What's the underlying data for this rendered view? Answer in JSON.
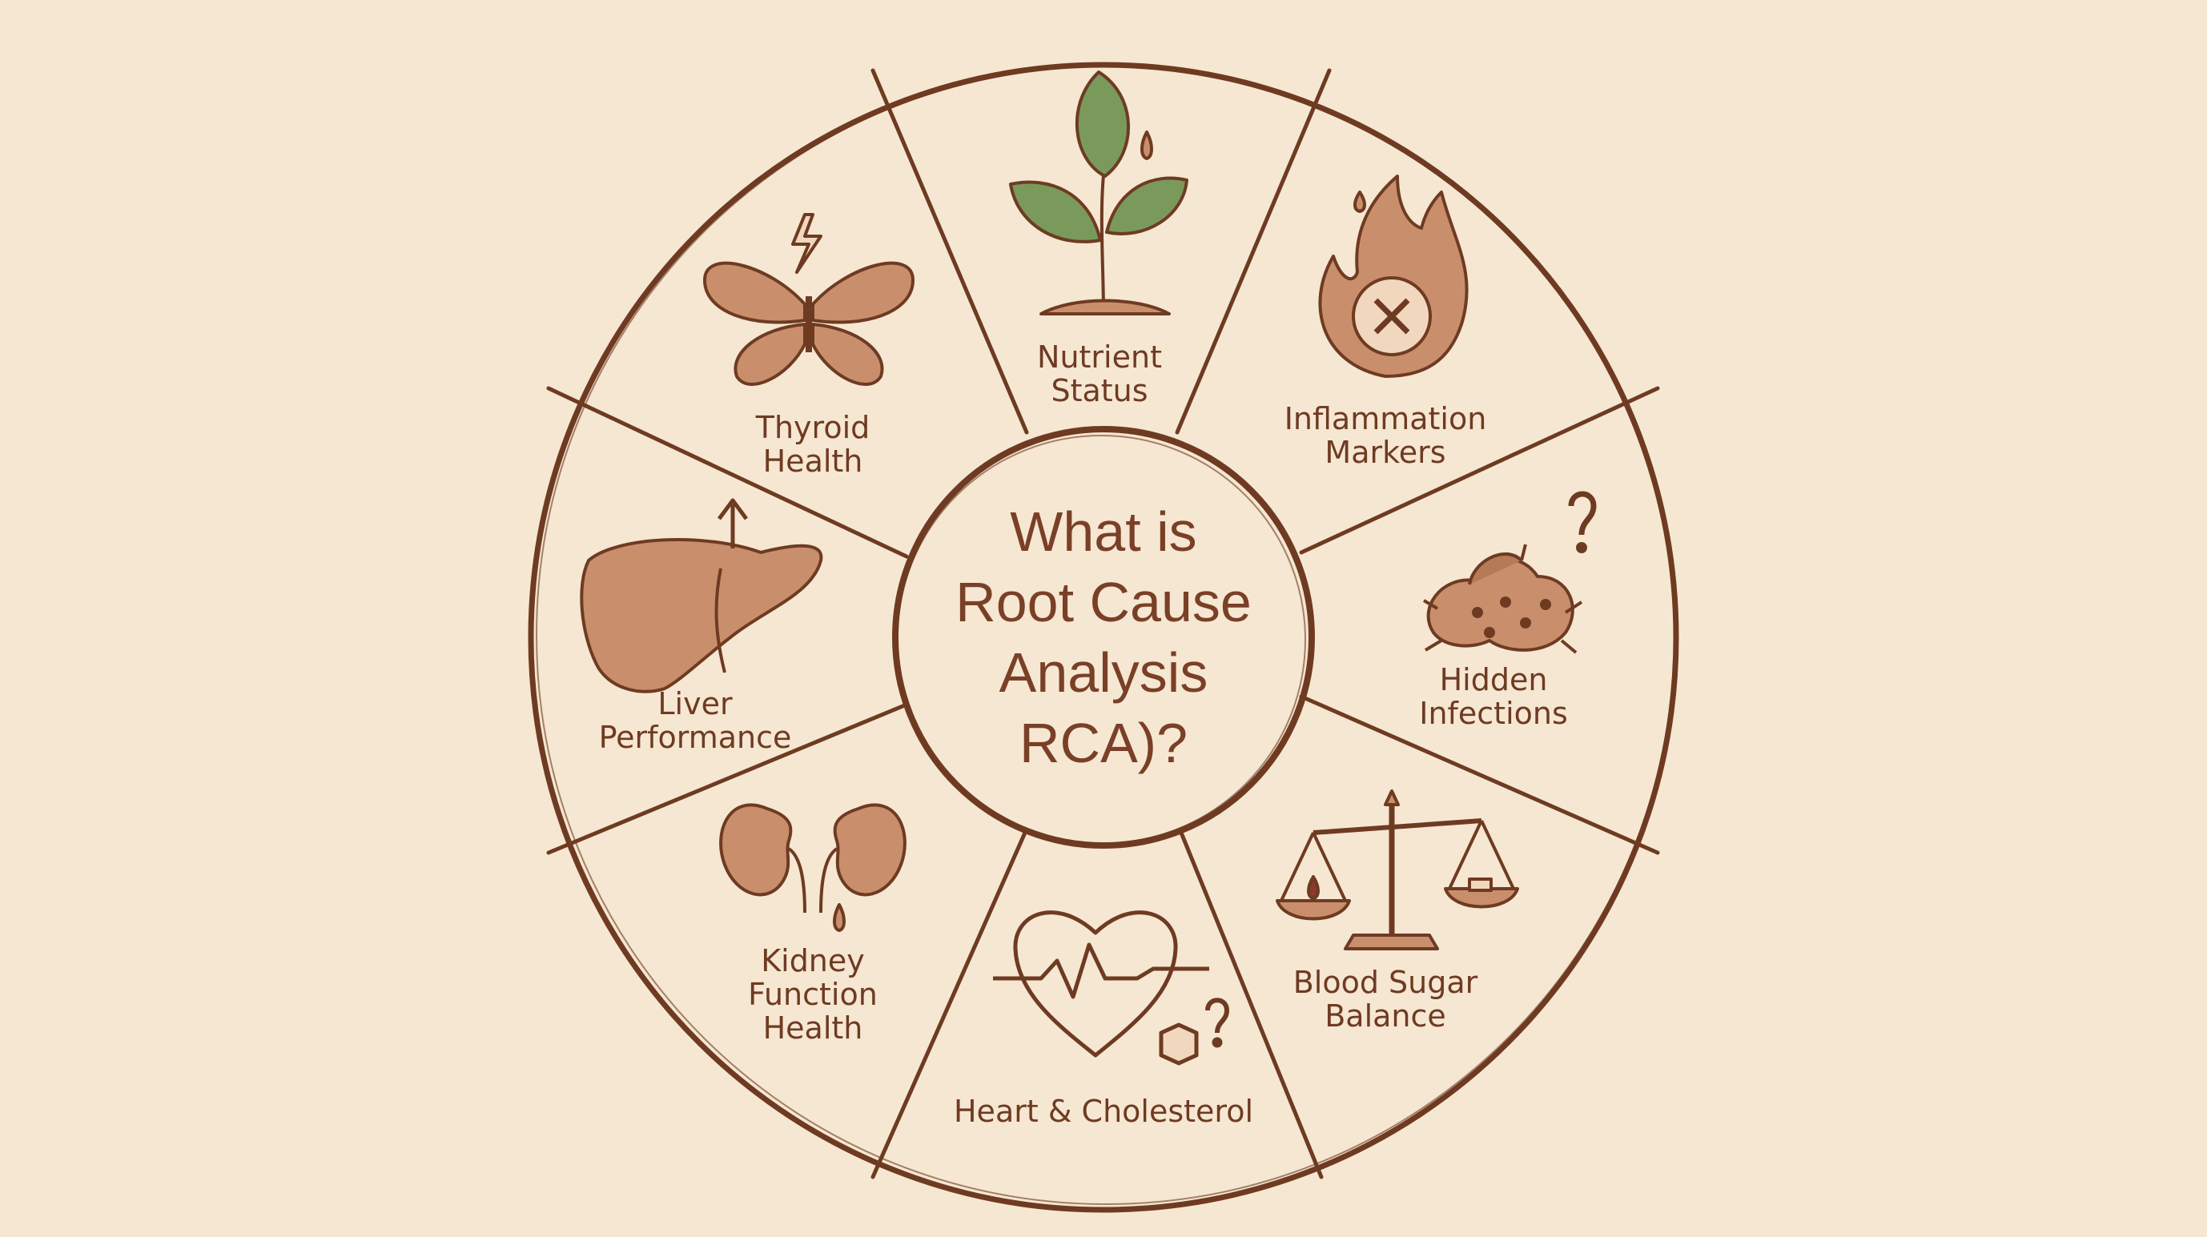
{
  "center": {
    "lines": [
      "What is",
      "Root Cause",
      "Analysis",
      "RCA)?"
    ]
  },
  "segments": [
    {
      "id": "nutrient-status",
      "lines": [
        "Nutrient",
        "Status"
      ],
      "icon": "sprout-icon"
    },
    {
      "id": "inflammation-markers",
      "lines": [
        "Inflammation",
        "Markers"
      ],
      "icon": "flame-icon"
    },
    {
      "id": "hidden-infections",
      "lines": [
        "Hidden",
        "Infections"
      ],
      "icon": "microbe-icon"
    },
    {
      "id": "blood-sugar-balance",
      "lines": [
        "Blood Sugar",
        "Balance"
      ],
      "icon": "scale-icon"
    },
    {
      "id": "heart-cholesterol",
      "lines": [
        "Heart & Cholesterol"
      ],
      "icon": "heart-icon"
    },
    {
      "id": "kidney-function-health",
      "lines": [
        "Kidney",
        "Function",
        "Health"
      ],
      "icon": "kidney-icon"
    },
    {
      "id": "liver-performance",
      "lines": [
        "Liver",
        "Performance"
      ],
      "icon": "liver-icon"
    },
    {
      "id": "thyroid-health",
      "lines": [
        "Thyroid",
        "Health"
      ],
      "icon": "butterfly-icon"
    }
  ],
  "colors": {
    "background": "#f6e7d2",
    "ink": "#6e3b22",
    "icon_fill": "#c98f6c",
    "leaf": "#7a9a5c"
  }
}
